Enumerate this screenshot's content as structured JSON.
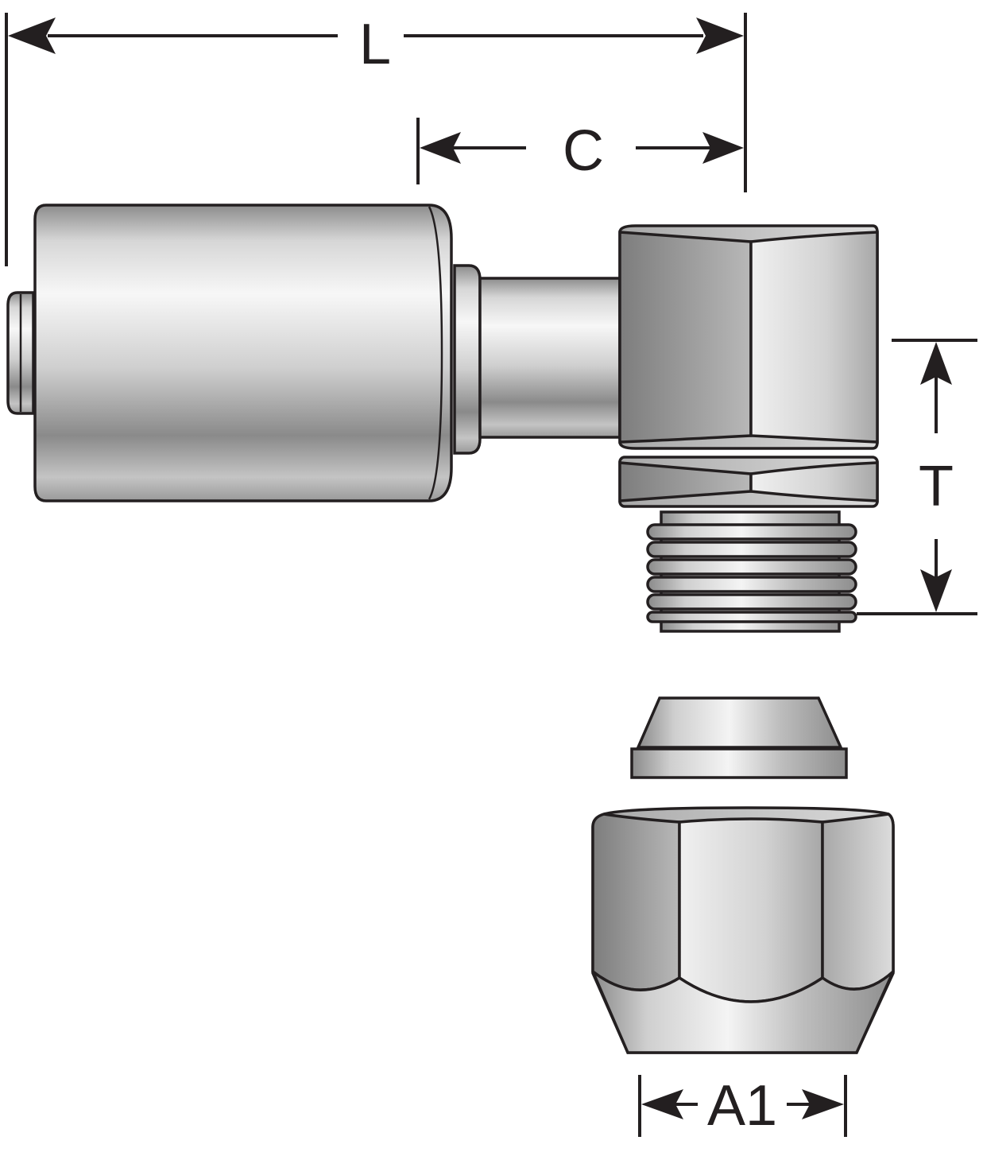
{
  "dimensions": {
    "L": "L",
    "C": "C",
    "T": "T",
    "A1": "A1"
  },
  "colors": {
    "line": "#231f20",
    "metal_light": "#f2f2f2",
    "metal_mid": "#c9c9c9",
    "metal_dark": "#7a7a7a"
  }
}
